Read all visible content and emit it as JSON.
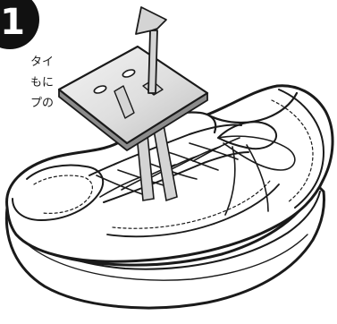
{
  "illustration": {
    "step_number": "1",
    "caption_lines": [
      "タイ",
      "もに",
      "プの"
    ],
    "colors": {
      "ink": "#1a1a1a",
      "badge": "#111111",
      "plate_light": "#eeeeee",
      "plate_dark": "#8c8c8c",
      "strap": "#d4d4d4",
      "background": "#ffffff"
    }
  }
}
